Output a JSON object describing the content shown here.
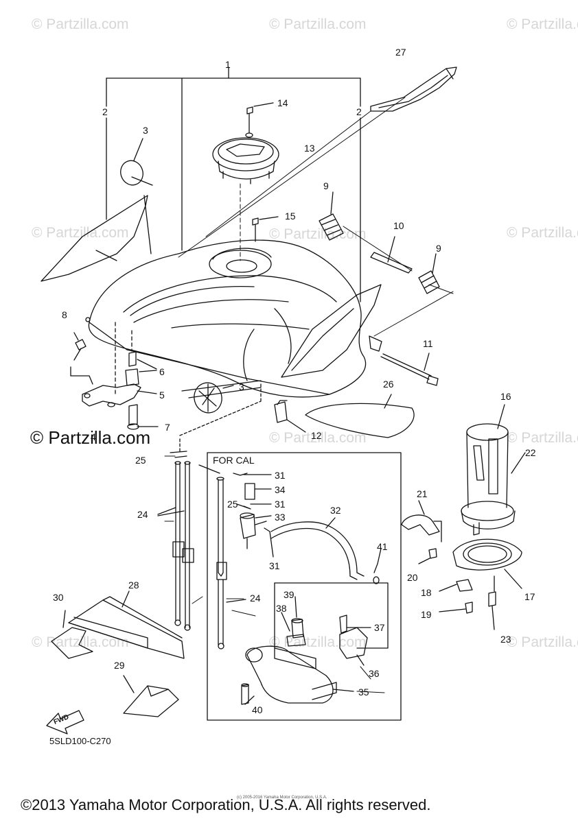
{
  "watermarks": {
    "site": "© Partzilla.com"
  },
  "diagram": {
    "panel_title": "FOR CAL",
    "drawing_code": "5SLD100-C270",
    "fwd_label": "FWD",
    "copyright": "©2013 Yamaha Motor Corporation, U.S.A. All rights reserved.",
    "small_copyright": "(c) 2005-2016 Yamaha Motor Corporation, U.S.A."
  },
  "callouts": [
    "1",
    "2",
    "2",
    "3",
    "3",
    "4",
    "5",
    "6",
    "7",
    "8",
    "9",
    "9",
    "10",
    "11",
    "12",
    "13",
    "14",
    "15",
    "16",
    "17",
    "18",
    "19",
    "20",
    "21",
    "22",
    "23",
    "24",
    "24",
    "25",
    "25",
    "26",
    "27",
    "28",
    "29",
    "30",
    "31",
    "31",
    "31",
    "32",
    "33",
    "34",
    "35",
    "36",
    "37",
    "38",
    "39",
    "40",
    "41"
  ],
  "colors": {
    "line": "#111111",
    "watermark": "#d6d6d6",
    "background": "#ffffff"
  }
}
